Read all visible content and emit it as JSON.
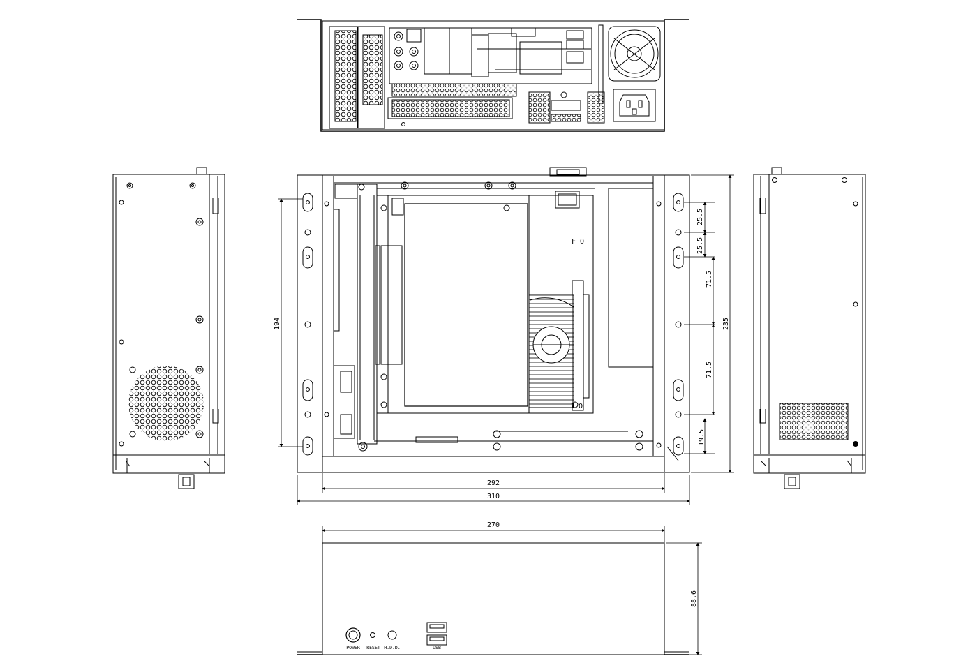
{
  "dimensions": {
    "mount_width": "292",
    "overall_width": "310",
    "front_width": "270",
    "height": "88.6",
    "depth": "235",
    "slot_span": "194",
    "pitch_a": "25.5",
    "pitch_b": "25.5",
    "pitch_c": "71.5",
    "pitch_d": "71.5",
    "offset": "19.5"
  },
  "front_panel": {
    "power_label": "POWER",
    "reset_label": "RESET",
    "hdd_label": "H.D.D.",
    "usb_label": "USB"
  },
  "board_marks": {
    "mark_top": "F O",
    "mark_bottom": "J O"
  },
  "colors": {
    "line": "#000000",
    "background": "#ffffff"
  }
}
